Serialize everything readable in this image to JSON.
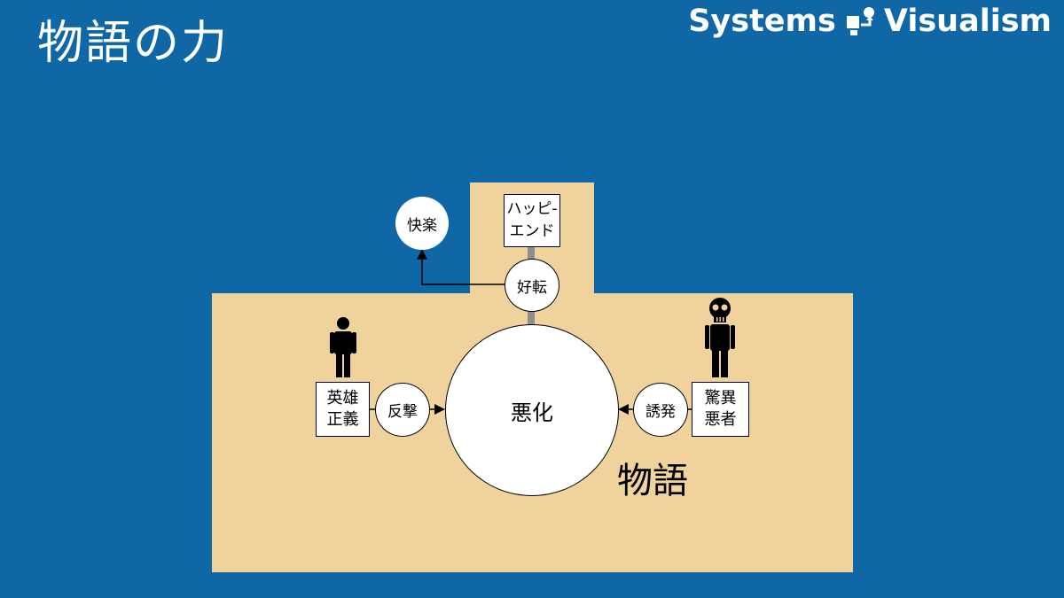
{
  "header": {
    "title": "物語の力",
    "brand_left": "Systems",
    "brand_right": "Visualism"
  },
  "diagram": {
    "pleasure": "快楽",
    "happy_end_line1": "ハッピ-",
    "happy_end_line2": "エンド",
    "improvement": "好転",
    "deterioration": "悪化",
    "hero_line1": "英雄",
    "hero_line2": "正義",
    "counterattack": "反撃",
    "provocation": "誘発",
    "villain_line1": "驚異",
    "villain_line2": "悪者",
    "story": "物語"
  },
  "colors": {
    "background": "#0f67a6",
    "story_area": "#f0d29c",
    "connector": "#8f8f8f"
  }
}
